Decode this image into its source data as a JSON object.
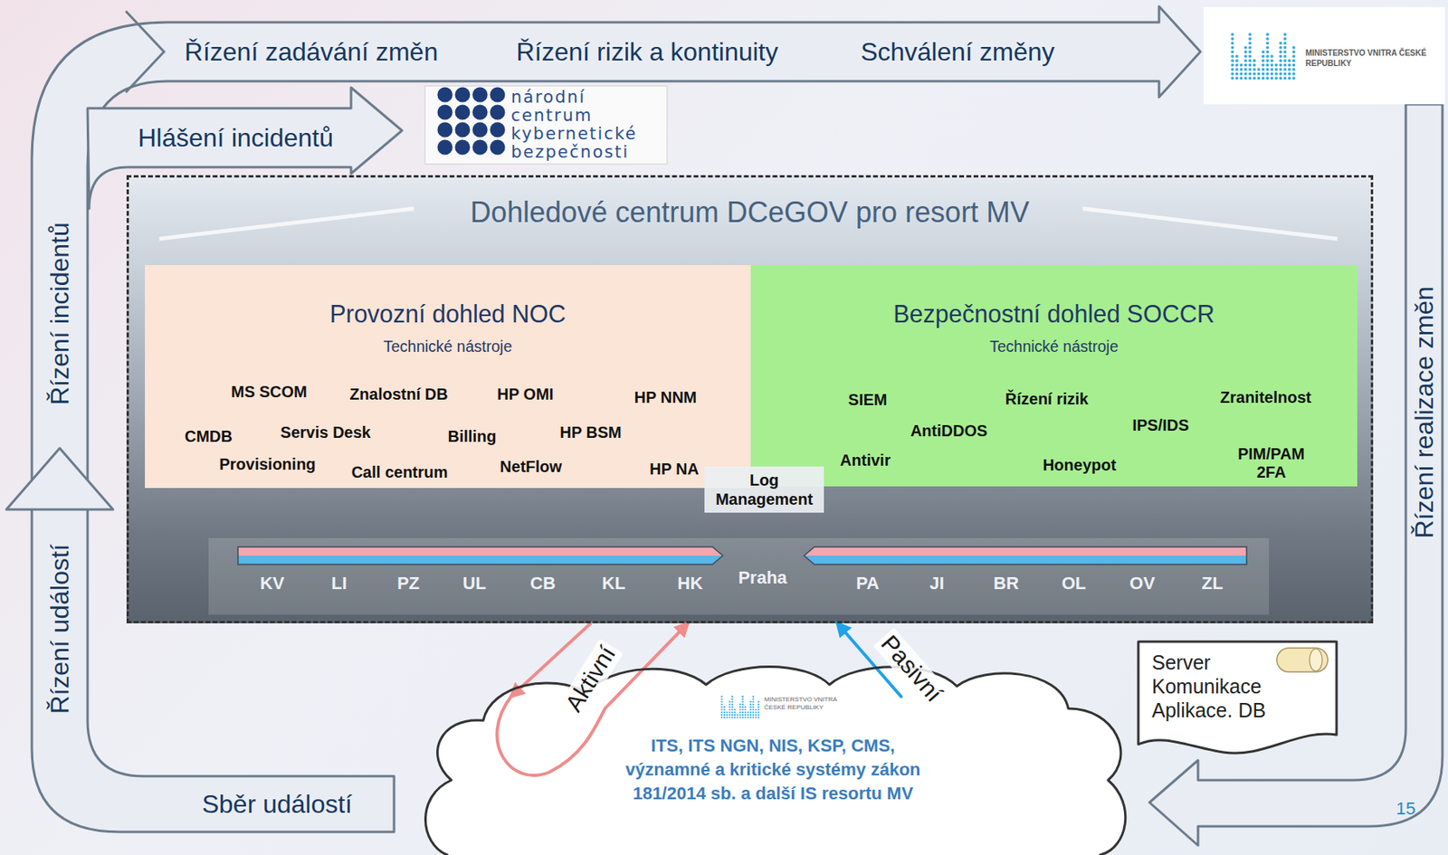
{
  "diagram": {
    "nodes": [
      {
        "text": [
          "MINISTERSTVO VNITRA ČESKÉ REPUBLIKY"
        ]
      },
      {
        "text": [
          "národní centrum kybernetické bezpečnosti"
        ]
      },
      {
        "text": [
          "Dohledové centrum DCeGOV pro resort MV"
        ]
      },
      {
        "text": [
          "Provozní dohled NOC",
          "Technické nástroje"
        ],
        "in": 2
      },
      {
        "text": [
          "Bezpečnostní dohled SOCCR",
          "Technické nástroje"
        ],
        "in": 2
      },
      {
        "text": [
          "Log Management"
        ],
        "in": 2
      },
      {
        "text": [
          "MINISTERSTVO VNITRA ČESKÉ REPUBLIKY",
          "ITS, ITS NGN, NIS, KSP, CMS, významné a kritické systémy zákon 181/2014 sb. a další IS resortu MV"
        ]
      },
      {
        "text": [
          "Server Komunikace Aplikace. DB"
        ]
      }
    ],
    "edges": [
      {
        "from": 6,
        "to": 2,
        "label": "Aktivní",
        "arrow": "both"
      },
      {
        "from": 6,
        "to": 2,
        "label": "Pasivní",
        "arrow": "to"
      }
    ],
    "labels": [
      "Řízení zadávání změn",
      "Řízení rizik a kontinuity",
      "Schválení změny",
      "Hlášení incidentů",
      "Řízení incidentů",
      "Řízení událostí",
      "Sběr událostí",
      "Řízení realizace změn",
      "MS SCOM",
      "Znalostní DB",
      "HP OMI",
      "HP NNM",
      "CMDB",
      "Servis Desk",
      "Billing",
      "HP BSM",
      "Provisioning",
      "Call centrum",
      "NetFlow",
      "HP NA",
      "SIEM",
      "Řízení rizik",
      "Zranitelnost",
      "AntiDDOS",
      "IPS/IDS",
      "Antivir",
      "Honeypot",
      "PIM/PAM 2FA",
      "KV",
      "LI",
      "PZ",
      "UL",
      "CB",
      "KL",
      "HK",
      "Praha",
      "PA",
      "JI",
      "BR",
      "OL",
      "OV",
      "ZL",
      "15"
    ]
  }
}
